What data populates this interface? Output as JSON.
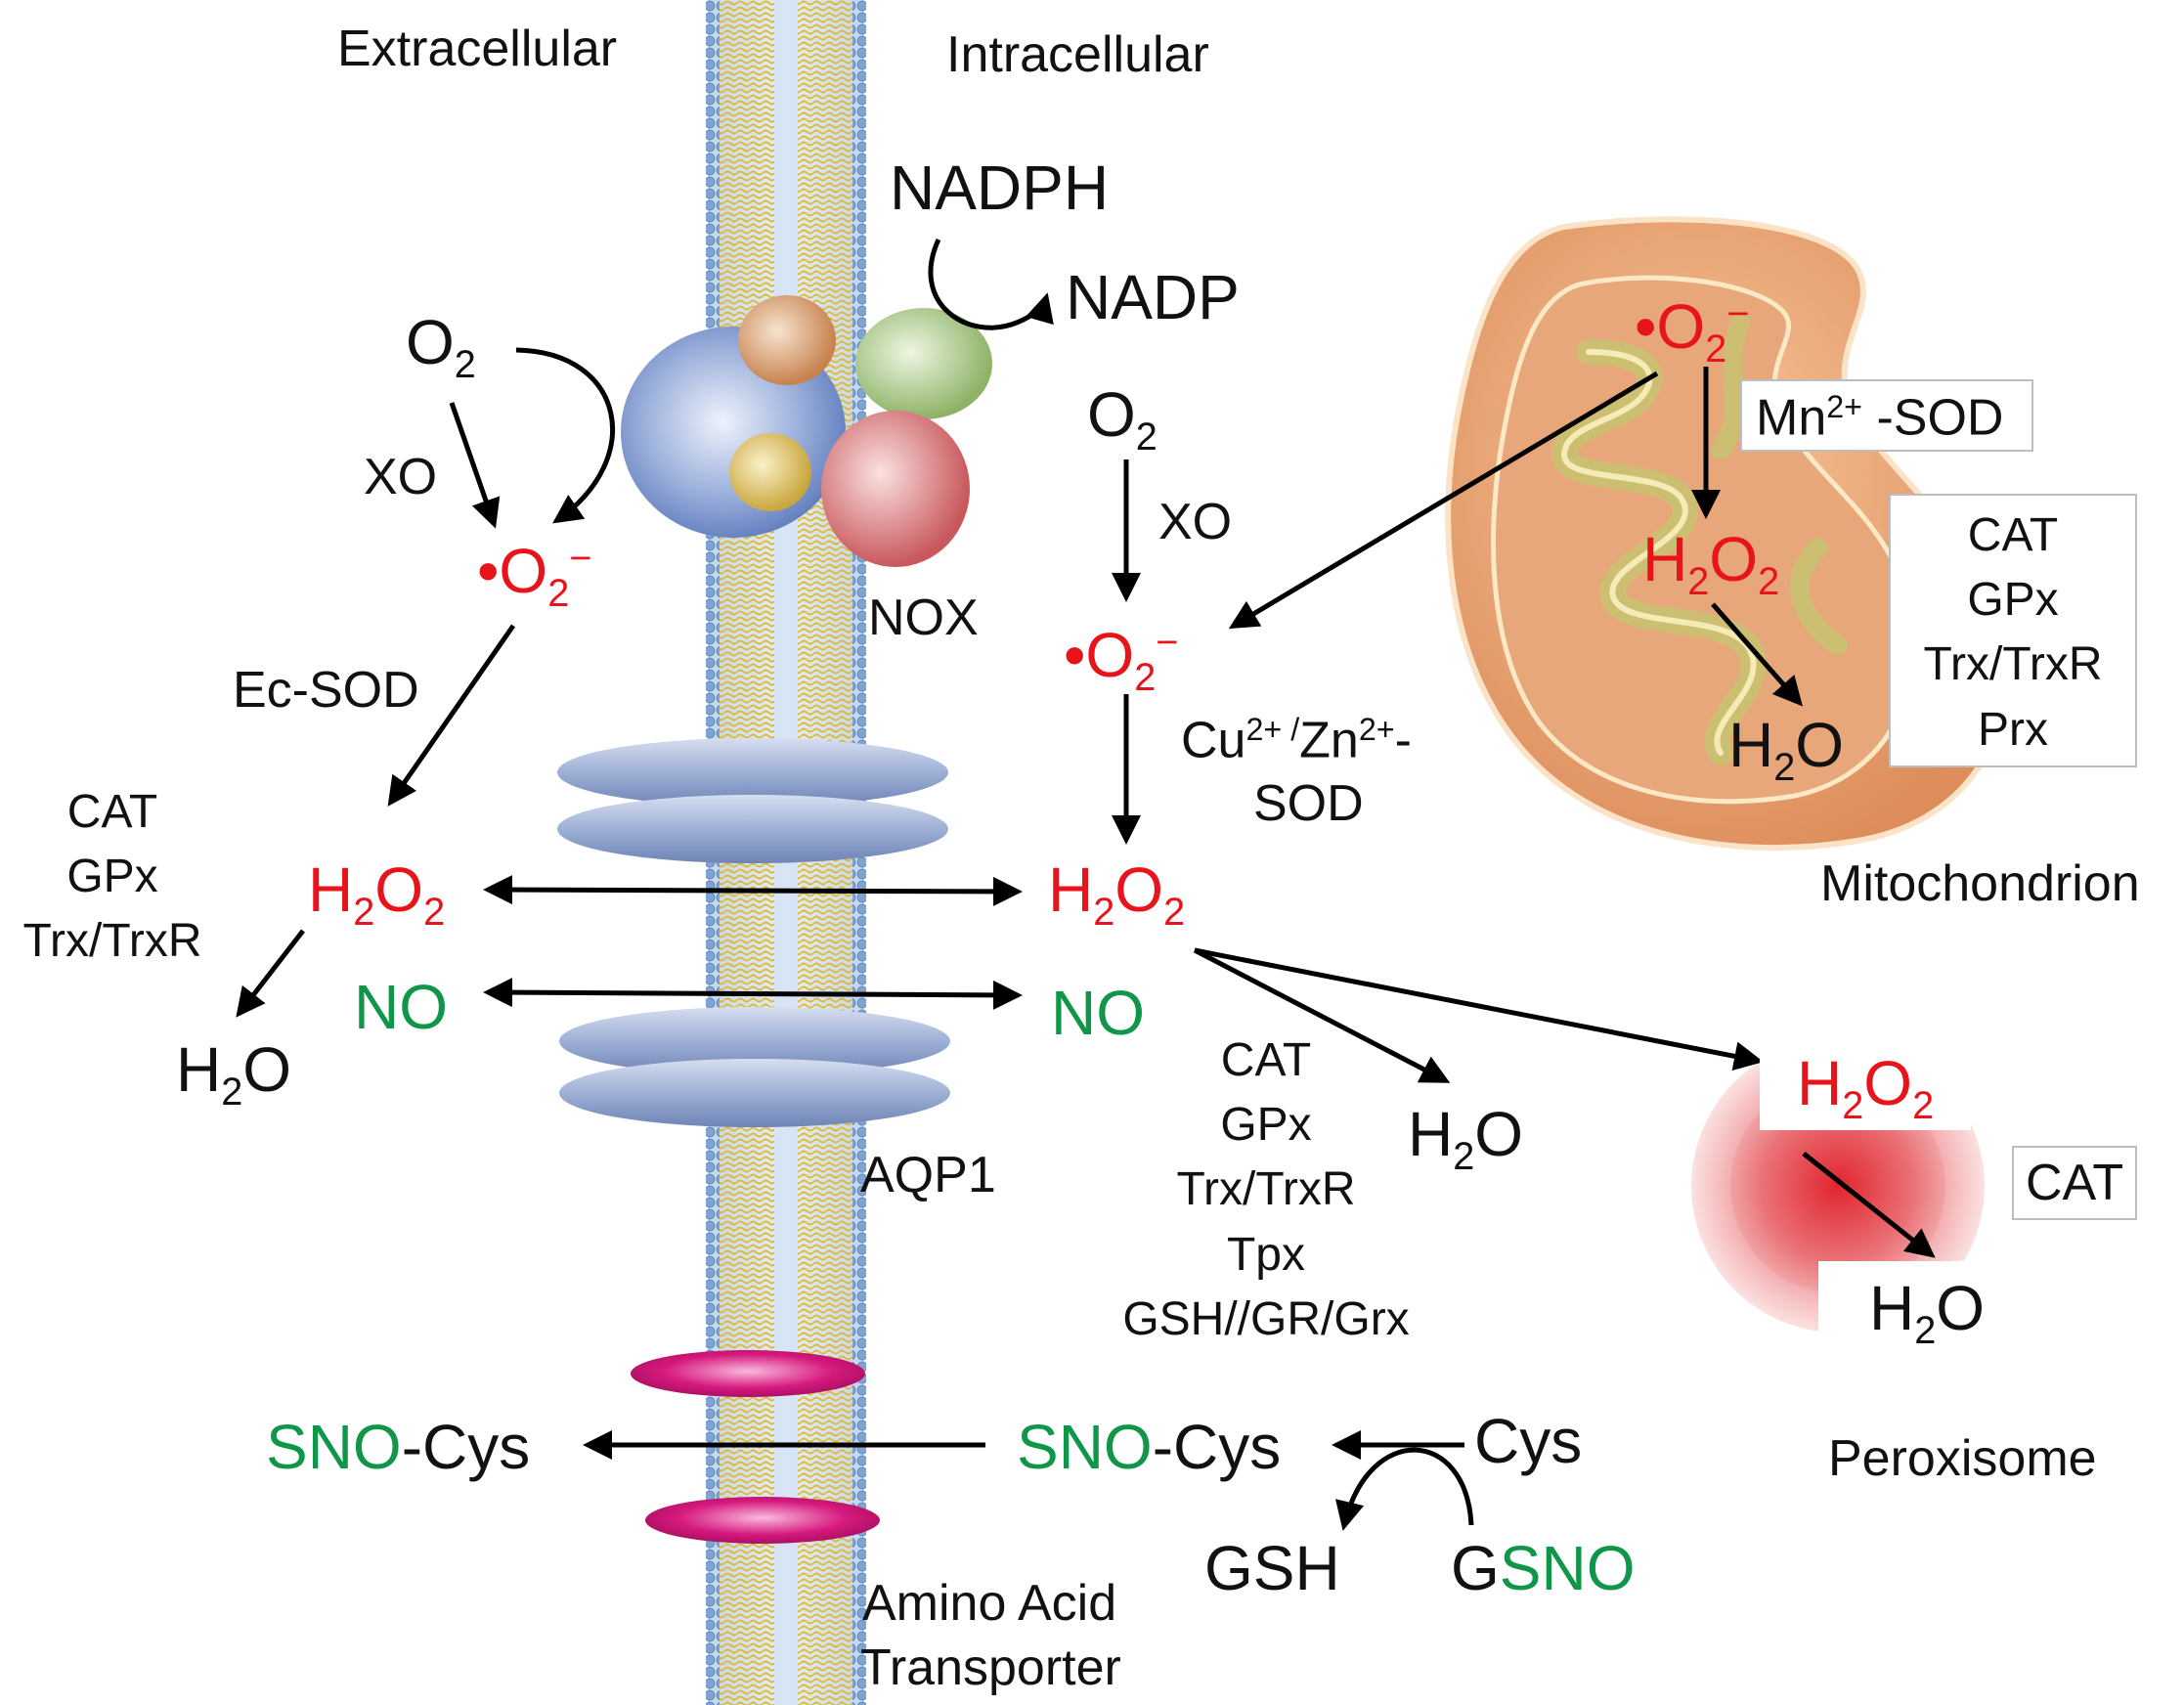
{
  "labels": {
    "extracellular": "Extracellular",
    "intracellular": "Intracellular",
    "nadph": "NADPH",
    "nadp": "NADP",
    "nox": "NOX",
    "aqp1": "AQP1",
    "amino_acid_transporter_1": "Amino Acid",
    "amino_acid_transporter_2": "Transporter",
    "mitochondrion": "Mitochondrion",
    "peroxisome": "Peroxisome",
    "xo_left": "XO",
    "xo_right": "XO",
    "ec_sod": "Ec-SOD",
    "cu": "Cu",
    "cu_charge": "2+ /",
    "zn": "Zn",
    "zn_charge": "2+",
    "sod_dash": "-",
    "sod": "SOD",
    "mn": "Mn",
    "mn_charge": "2+",
    "mn_sod": " -SOD",
    "cat_peroxisome": "CAT"
  },
  "chem": {
    "o": "O",
    "h": "H",
    "two": "2",
    "minus": "−",
    "radical": "•",
    "h2o_o": "O",
    "no": "NO",
    "sno": "SNO",
    "cys_suffix": "-Cys",
    "cys": "Cys",
    "gsh": "GSH",
    "g_prefix": "G"
  },
  "enzyme_lists": {
    "extracellular": [
      "CAT",
      "GPx",
      "Trx/TrxR"
    ],
    "cytosol": [
      "CAT",
      "GPx",
      "Trx/TrxR",
      "Tpx",
      "GSH//GR/Grx"
    ],
    "mitochondrion": [
      "CAT",
      "GPx",
      "Trx/TrxR",
      "Prx"
    ]
  },
  "colors": {
    "ros": "#e8141c",
    "nitrogen_species": "#109648",
    "text": "#111111",
    "membrane_core": "#c9daf0",
    "membrane_tails": "#f2cc3a",
    "membrane_heads": "#7ea4d2",
    "channel": "#8c9fc8",
    "transporter": "#d8107a",
    "nox_main": "#7390cc",
    "mito_outer": "#f0b48a",
    "mito_cristae": "#d7cc86",
    "peroxisome": "#e8797c"
  }
}
